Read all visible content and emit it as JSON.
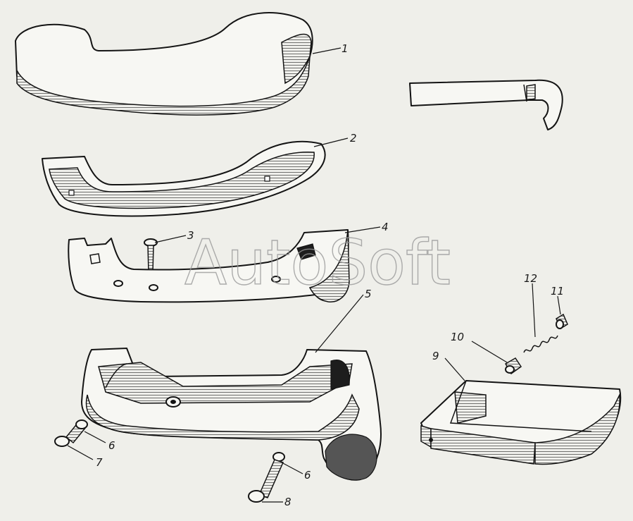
{
  "watermark": "AutoSoft",
  "callouts": {
    "c1": "1",
    "c2": "2",
    "c3": "3",
    "c4": "4",
    "c5": "5",
    "c6a": "6",
    "c6b": "6",
    "c7": "7",
    "c8": "8",
    "c9": "9",
    "c10": "10",
    "c11": "11",
    "c12": "12"
  }
}
